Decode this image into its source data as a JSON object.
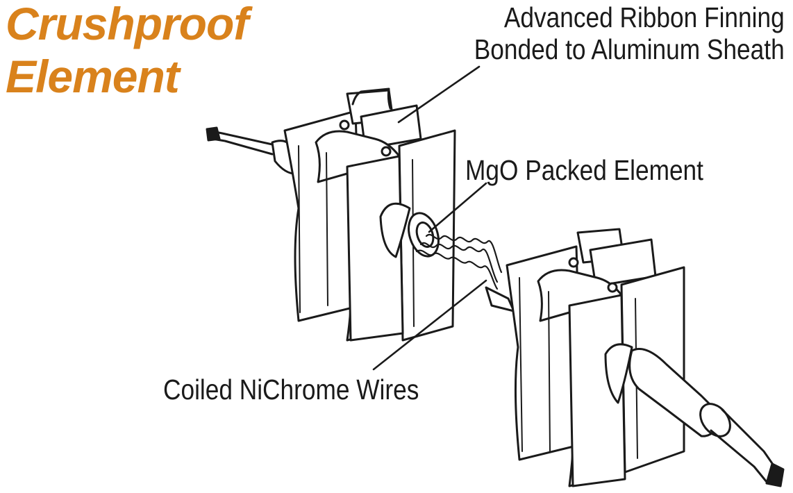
{
  "title": {
    "line1": "Crushproof",
    "line2": "Element"
  },
  "callouts": {
    "finning_line1": "Advanced Ribbon Finning",
    "finning_line2": "Bonded to Aluminum Sheath",
    "mgo": "MgO Packed Element",
    "nichrome": "Coiled NiChrome Wires"
  },
  "colors": {
    "title": "#d9821c",
    "ink": "#1a1a1a"
  }
}
